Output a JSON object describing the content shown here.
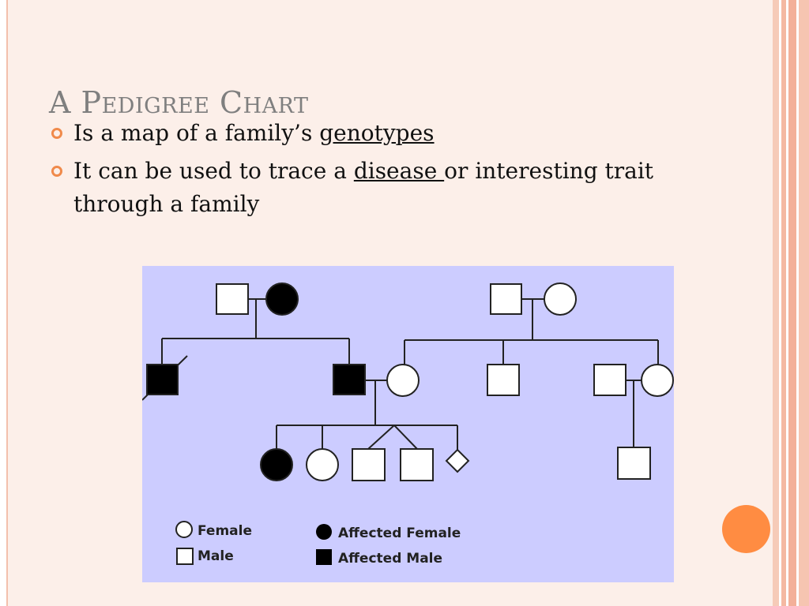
{
  "slide": {
    "title": "A Pedigree Chart",
    "bullets": [
      {
        "pre": "Is a map of a family’s ",
        "link": "genotypes",
        "post": ""
      },
      {
        "pre": "It can be used to trace a ",
        "link": "disease ",
        "post": "or interesting trait through a family"
      }
    ]
  },
  "legend": {
    "female": "Female",
    "male": "Male",
    "affected_female": "Affected Female",
    "affected_male": "Affected Male"
  },
  "colors": {
    "accent": "#f08a4b",
    "orange_dot": "#ff8c42",
    "title": "#7f7f7f",
    "diagram_bg": "#ccccff",
    "frame_bg": "#fcefe9"
  }
}
